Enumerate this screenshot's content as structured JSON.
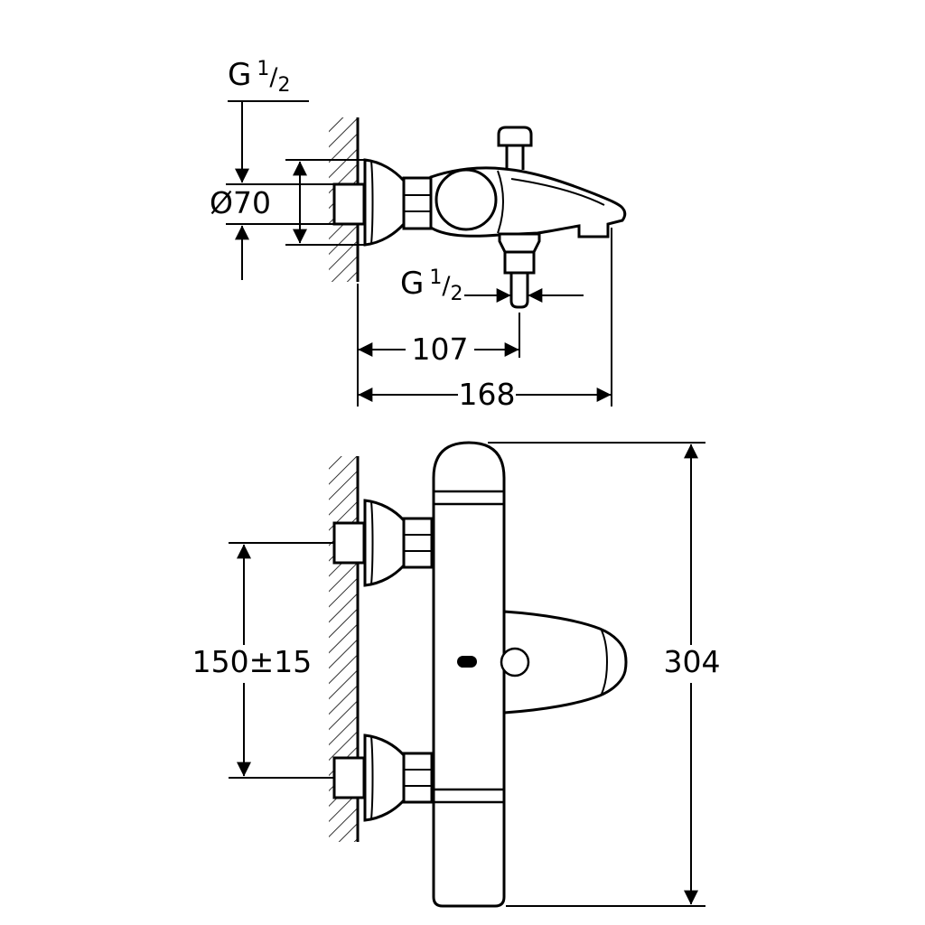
{
  "page": {
    "background": "#ffffff",
    "line_color": "#000000"
  },
  "drawing": {
    "labels": {
      "thread": {
        "prefix": "G",
        "numerator": "1",
        "slash": "/",
        "denominator": "2"
      },
      "escutcheon_diameter": "Ø70",
      "wall_to_shower_outlet": "107",
      "wall_to_spout": "168",
      "connection_centers": "150±15",
      "overall_height": "304"
    }
  }
}
